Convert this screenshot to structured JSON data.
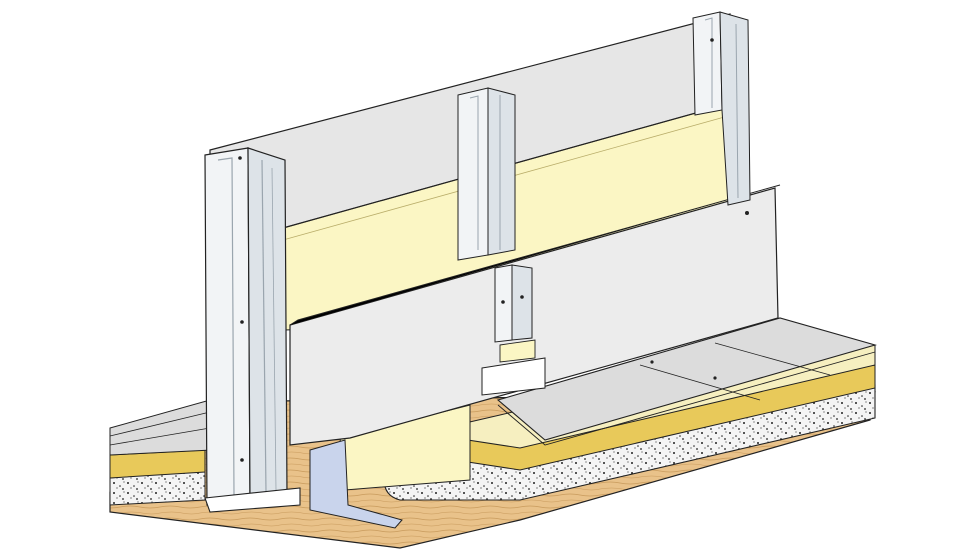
{
  "diagram": {
    "colors": {
      "background": "#ffffff",
      "outline": "#222222",
      "gypsum_board": "#e6e6e6",
      "gypsum_board_edge": "#cfcfcf",
      "insulation": "#fbf6c4",
      "insulation_dense": "#e8c95a",
      "steel_profile": "#f2f4f6",
      "steel_profile_shade": "#c9d2da",
      "screed": "#f4f4f4",
      "floor_board": "#dcdcdc",
      "wood_base": "#e9c28a",
      "sealing_tape": "#c9d4ec"
    },
    "components": [
      {
        "name": "gypsum-board-back-panel"
      },
      {
        "name": "gypsum-board-front-panel"
      },
      {
        "name": "mineral-wool-insulation"
      },
      {
        "name": "steel-c-stud"
      },
      {
        "name": "steel-u-track"
      },
      {
        "name": "screw-fastener"
      },
      {
        "name": "dry-screed-floor-boards"
      },
      {
        "name": "floor-insulation-layer"
      },
      {
        "name": "loose-fill-levelling-layer"
      },
      {
        "name": "timber-subfloor"
      },
      {
        "name": "edge-sealing-tape"
      }
    ]
  }
}
